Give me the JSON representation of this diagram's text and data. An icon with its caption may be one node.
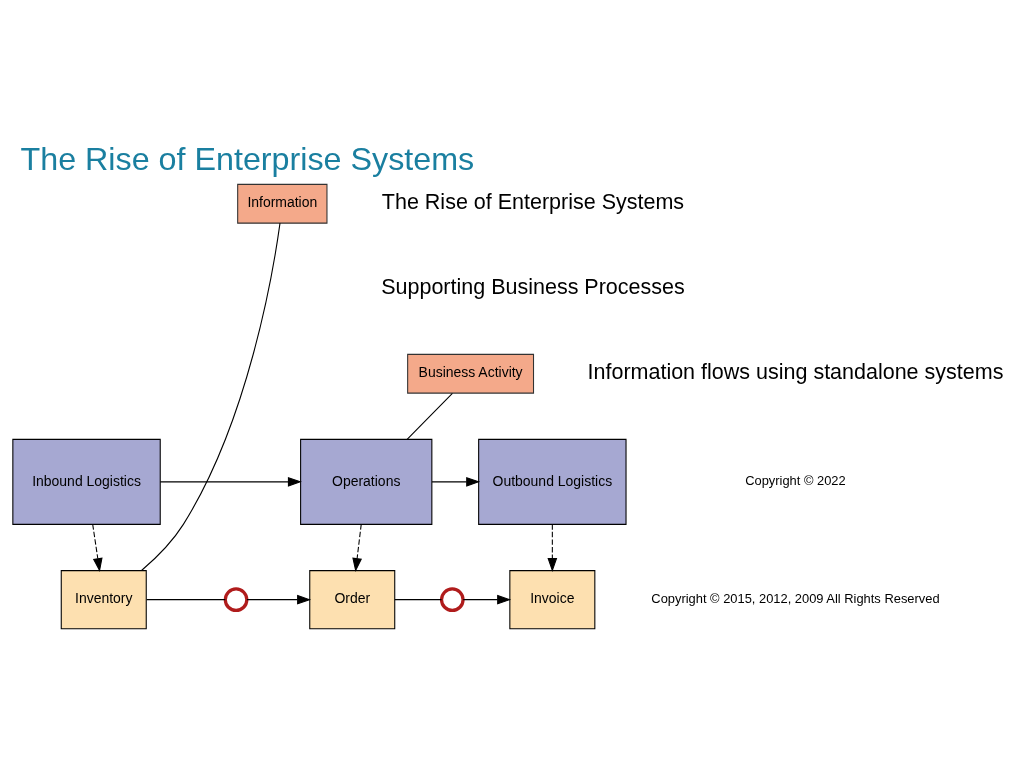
{
  "diagram": {
    "title": "The Rise of Enterprise Systems",
    "nodes": [
      {
        "text": [
          "Business Activity"
        ]
      },
      {
        "text": [
          "Inbound Logistics"
        ]
      },
      {
        "text": [
          "Operations"
        ]
      },
      {
        "text": [
          "Outbound Logistics"
        ]
      },
      {
        "text": [
          "Inventory"
        ]
      },
      {
        "text": [],
        "shape": "circle"
      },
      {
        "text": [
          "Order"
        ]
      },
      {
        "text": [],
        "shape": "circle"
      },
      {
        "text": [
          "Invoice"
        ]
      },
      {
        "text": [
          "Information"
        ]
      }
    ],
    "edges": [
      {
        "from": 0,
        "to": 2,
        "arrow": "none"
      },
      {
        "from": 1,
        "to": 2,
        "arrow": "to"
      },
      {
        "from": 2,
        "to": 3,
        "arrow": "to"
      },
      {
        "from": 1,
        "to": 4,
        "arrow": "to",
        "style": "dashed"
      },
      {
        "from": 2,
        "to": 6,
        "arrow": "to",
        "style": "dashed"
      },
      {
        "from": 3,
        "to": 8,
        "arrow": "to",
        "style": "dashed"
      },
      {
        "from": 4,
        "to": 5,
        "arrow": "none"
      },
      {
        "from": 5,
        "to": 6,
        "arrow": "to"
      },
      {
        "from": 6,
        "to": 7,
        "arrow": "none"
      },
      {
        "from": 7,
        "to": 8,
        "arrow": "to"
      },
      {
        "from": 9,
        "to": 4,
        "arrow": "none"
      }
    ],
    "labels": [
      "The Rise of Enterprise Systems",
      "Supporting Business Processes",
      "Information flows using standalone systems",
      "Copyright © 2022",
      "Copyright © 2015, 2012, 2009 All Rights Reserved"
    ]
  }
}
